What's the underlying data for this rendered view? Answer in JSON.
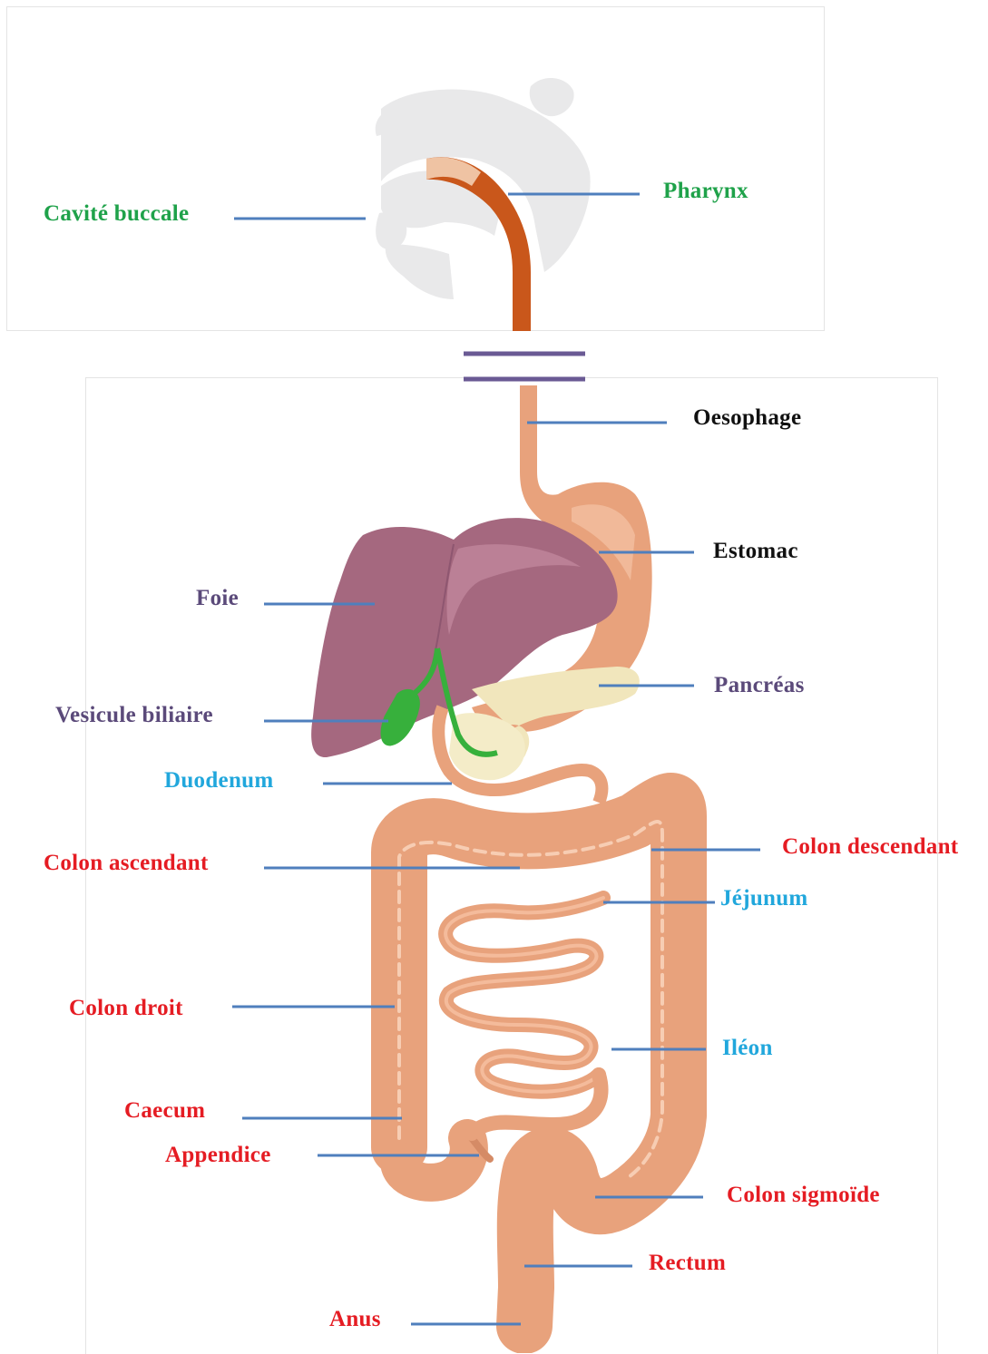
{
  "colors": {
    "green_label": "#1fa24a",
    "black_label": "#111111",
    "purple_label": "#5b4a7a",
    "blue_label": "#21a7dc",
    "red_label": "#e51c23",
    "leader_line": "#4f7fbd",
    "break_marker": "#6a5a94",
    "digestive_tract": "#e8a27c",
    "tract_highlight": "#f7cdb3",
    "liver": "#a5687f",
    "gallbladder": "#37b03c",
    "pancreas": "#f1e6bc",
    "head_silhouette": "#e9e9ea"
  },
  "labels": {
    "cavite_buccale": "Cavité buccale",
    "pharynx": "Pharynx",
    "oesophage": "Oesophage",
    "estomac": "Estomac",
    "foie": "Foie",
    "pancreas": "Pancréas",
    "vesicule_biliaire": "Vesicule biliaire",
    "duodenum": "Duodenum",
    "colon_ascendant": "Colon ascendant",
    "colon_descendant": "Colon descendant",
    "jejunum": "Jéjunum",
    "colon_droit": "Colon droit",
    "ileon": "Iléon",
    "caecum": "Caecum",
    "appendice": "Appendice",
    "colon_sigmoide": "Colon sigmoïde",
    "rectum": "Rectum",
    "anus": "Anus"
  }
}
